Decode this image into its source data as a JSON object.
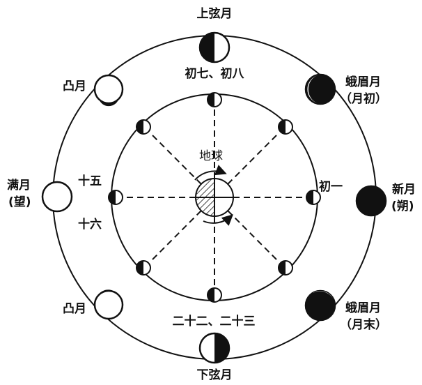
{
  "center_label": "地球",
  "phases": {
    "first_quarter": "上弦月",
    "first_quarter_days": "初七、初八",
    "crescent_early": "蛾眉月",
    "crescent_early_note": "（月初）",
    "new_moon": "新月",
    "new_moon_alt": "(朔)",
    "day_one": "初一",
    "gibbous": "凸月",
    "full_moon": "满月",
    "full_moon_alt": "(望)",
    "day_fifteen": "十五",
    "day_sixteen": "十六",
    "last_quarter": "下弦月",
    "last_quarter_days": "二十二、二十三",
    "crescent_late": "蛾眉月",
    "crescent_late_note": "（月末）"
  },
  "colors": {
    "stroke": "#111111",
    "fill_dark": "#111111",
    "background": "#ffffff"
  }
}
